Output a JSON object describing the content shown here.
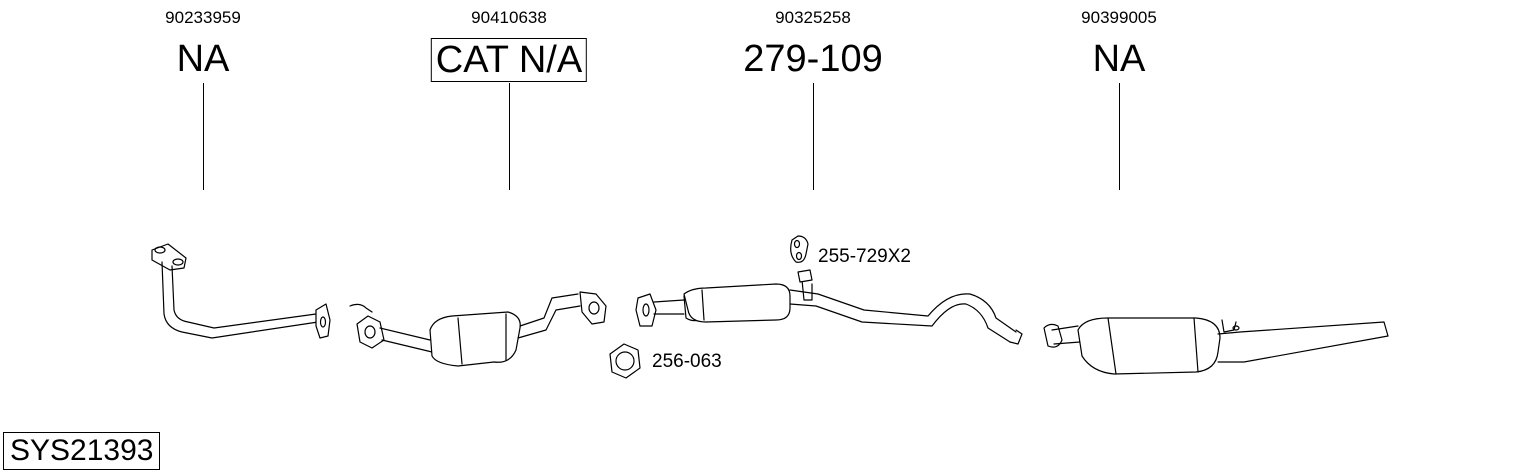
{
  "parts": [
    {
      "oe_number": "90233959",
      "part_number": "NA",
      "boxed": false
    },
    {
      "oe_number": "90410638",
      "part_number": "CAT N/A",
      "boxed": true
    },
    {
      "oe_number": "90325258",
      "part_number": "279-109",
      "boxed": false
    },
    {
      "oe_number": "90399005",
      "part_number": "NA",
      "boxed": false
    }
  ],
  "accessories": [
    {
      "label": "255-729X2",
      "icon": "rubber-hanger-icon"
    },
    {
      "label": "256-063",
      "icon": "gasket-icon"
    }
  ],
  "system_code": "SYS21393"
}
